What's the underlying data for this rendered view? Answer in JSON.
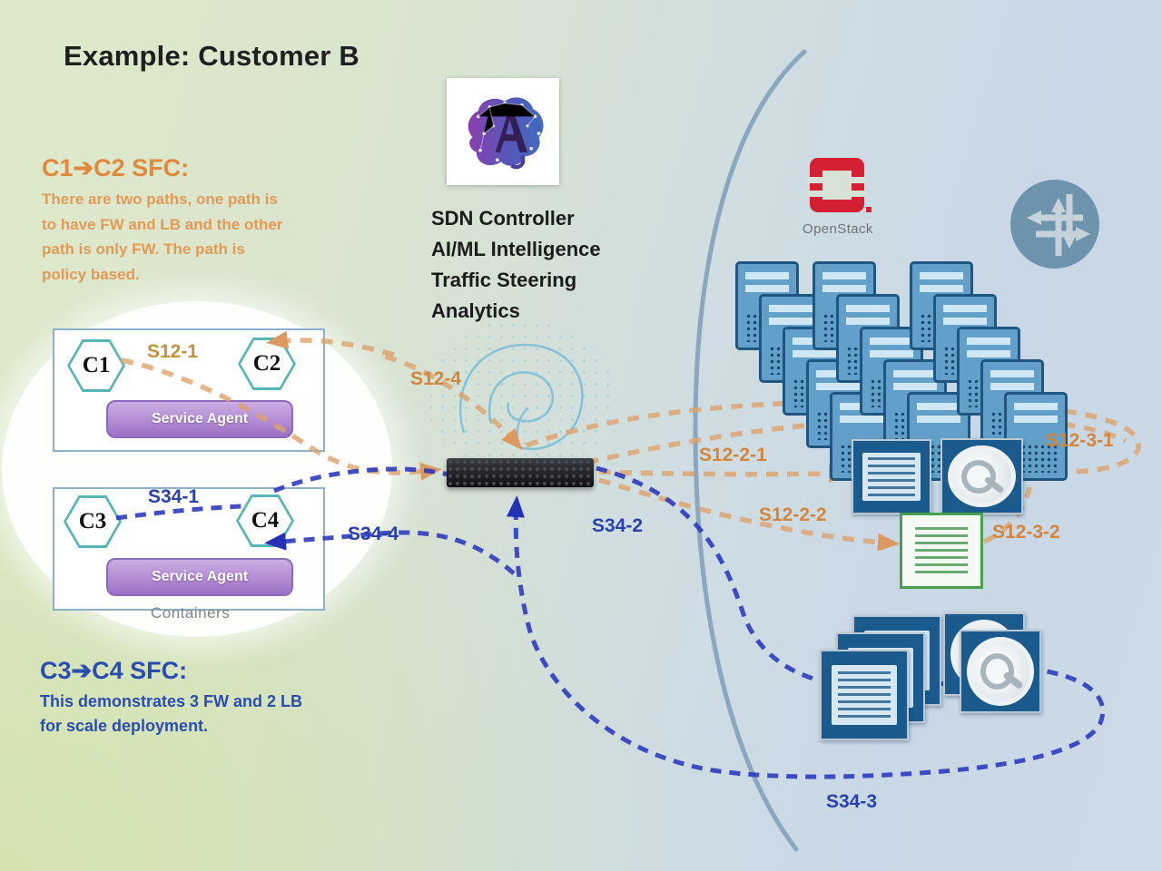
{
  "title": "Example: Customer B",
  "sfc_c12": {
    "heading": "C1➔C2 SFC:",
    "body": "There are two paths, one path is\nto have FW and LB and the other\npath is only FW. The path is\npolicy based."
  },
  "sfc_c34": {
    "heading": "C3➔C4 SFC:",
    "body": "This demonstrates 3 FW and 2 LB\nfor scale deployment."
  },
  "sdn": {
    "caption": "SDN Controller\nAI/ML Intelligence\nTraffic Steering\nAnalytics"
  },
  "openstack": {
    "label": "OpenStack"
  },
  "containers": {
    "label": "Containers",
    "service_agent": "Service Agent",
    "nodes": {
      "c1": "C1",
      "c2": "C2",
      "c3": "C3",
      "c4": "C4"
    }
  },
  "path_labels": {
    "s12_1": "S12-1",
    "s12_4": "S12-4",
    "s12_2_1": "S12-2-1",
    "s12_2_2": "S12-2-2",
    "s12_3_1": "S12-3-1",
    "s12_3_2": "S12-3-2",
    "s34_1": "S34-1",
    "s34_2": "S34-2",
    "s34_3": "S34-3",
    "s34_4": "S34-4"
  },
  "icons": {
    "brain_logo": "brain-ai-logo",
    "brain_watermark": "brain-watermark",
    "openstack": "openstack-logo",
    "juniper": "juniper-networks-logo",
    "switch": "network-switch",
    "server": "server",
    "firewall": "firewall-appliance",
    "firewall_green": "firewall-appliance-green",
    "load_balancer": "load-balancer-appliance"
  },
  "colors": {
    "orange_label": "#d4853c",
    "orange_path": "#e0a878",
    "blue_label": "#2940ad",
    "blue_path": "#2c35b5",
    "teal_hex_border": "#56b6b6",
    "purple_agent": "#9a72c6",
    "openstack_red": "#d51f33",
    "server_blue": "#62a0ca",
    "appliance_navy": "#1a5a8c",
    "green_border": "#48a04c",
    "boundary_arc": "#7e9db9"
  }
}
